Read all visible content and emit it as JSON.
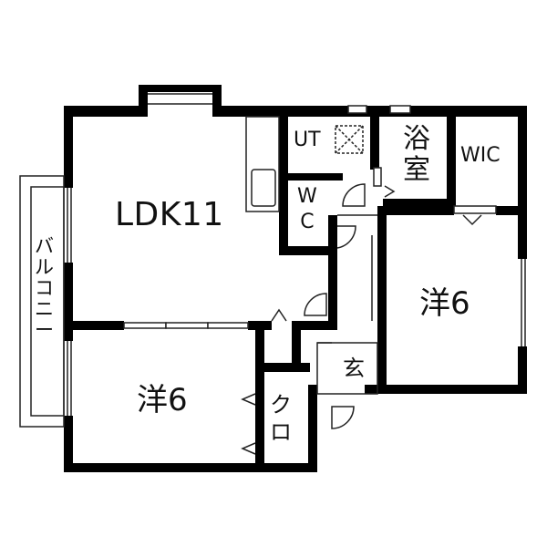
{
  "floor_plan": {
    "rooms": {
      "ldk": "LDK11",
      "western_right": "洋6",
      "western_left": "洋6",
      "utility": "UT",
      "bath": [
        "浴",
        "室"
      ],
      "wic": "WIC",
      "toilet": [
        "W",
        "C"
      ],
      "entrance": "玄",
      "closet": [
        "ク",
        "ロ"
      ],
      "balcony": [
        "バ",
        "ル",
        "コ",
        "ニ",
        "ー"
      ]
    },
    "colors": {
      "wall": "#000000",
      "line": "#222222",
      "background": "#ffffff"
    }
  }
}
